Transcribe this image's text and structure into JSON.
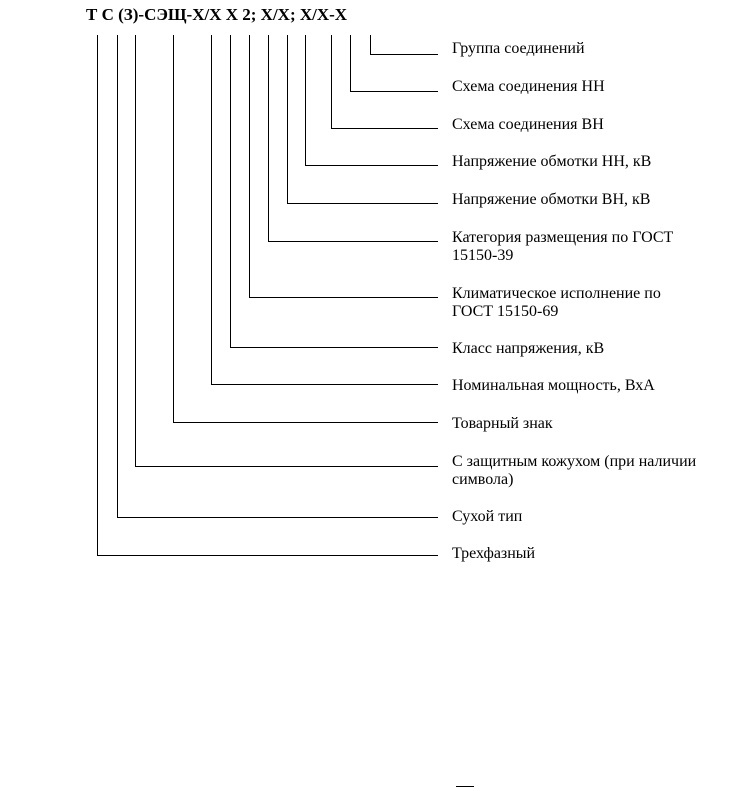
{
  "designation": "Т С (З)-СЭЩ-Х/Х Х 2; Х/Х; Х/Х-Х",
  "legend": [
    {
      "lines": [
        "Группа соединений"
      ]
    },
    {
      "lines": [
        "Схема соединения НН"
      ]
    },
    {
      "lines": [
        "Схема соединения ВН"
      ]
    },
    {
      "lines": [
        "Напряжение обмотки НН, кВ"
      ]
    },
    {
      "lines": [
        "Напряжение обмотки ВН, кВ"
      ]
    },
    {
      "lines": [
        "Категория размещения по ГОСТ",
        "15150-39"
      ]
    },
    {
      "lines": [
        "Климатическое исполнение по",
        "ГОСТ 15150-69"
      ]
    },
    {
      "lines": [
        "Класс напряжения, кВ"
      ]
    },
    {
      "lines": [
        "Номинальная мощность, ВхА"
      ]
    },
    {
      "lines": [
        "Товарный знак"
      ]
    },
    {
      "lines": [
        "С защитным кожухом (при наличии",
        "символа)"
      ]
    },
    {
      "lines": [
        "Сухой тип"
      ]
    },
    {
      "lines": [
        "Трехфазный"
      ]
    }
  ]
}
